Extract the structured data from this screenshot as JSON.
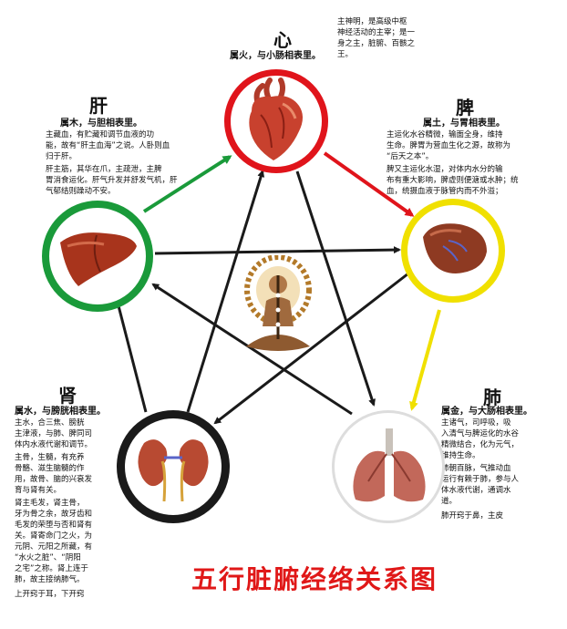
{
  "title": "五行脏腑经络关系图",
  "heart": {
    "name": "心",
    "relation": "属火，与小肠相表里。",
    "desc": "主神明，是高级中枢\n神经活动的主宰；是一\n身之主，脏腑、百骸之\n王。"
  },
  "liver": {
    "name": "肝",
    "relation": "属木，与胆相表里。",
    "desc1": "主藏血，有贮藏和调节血液的功\n能，故有“肝主血海”之说。人卧则血\n归于肝。",
    "desc2": "肝主筋，其华在爪，主疏泄，主脾\n胃消食运化。肝气升发并舒发气机，肝\n气郁结则躁动不安。"
  },
  "spleen": {
    "name": "脾",
    "relation": "属土，与胃相表里。",
    "desc1": "主运化水谷精微，输面全身，维持\n生命。脾胃为营血生化之源，故称为\n“后天之本”。",
    "desc2": "脾又主运化水湿，对体内水分的输\n布有重大影响，脾虚则便溏或水肿；统\n血，统摄血液于脉管内而不外溢；"
  },
  "kidney": {
    "name": "肾",
    "relation": "属水，与膀胱相表里。",
    "desc1": "主水，合三焦、膀胱\n主津液，与肺、脾同司\n体内水液代谢和调节。",
    "desc2": "主骨，生髓，有充养\n骨骼、滋生脑髓的作\n用，故骨、脑的兴衰发\n育与肾有关。",
    "desc3": "肾主毛发，肾主骨，\n牙为骨之余，故牙齿和\n毛发的荣堕与否和肾有\n关。肾寄命门之火，为\n元阴、元阳之所藏，有\n“水火之脏”、“阴阳\n之宅”之称。肾上连于\n肺，故主接纳肺气。",
    "desc4": "上开窍于耳，下开窍"
  },
  "lung": {
    "name": "肺",
    "relation": "属金，与大肠相表里。",
    "desc1": "主诸气，司呼吸，吸\n入清气与脾运化的水谷\n精微结合，化为元气，\n维持生命。",
    "desc2": "肺朝百脉，气推动血\n运行有赖于肺，参与人\n体水液代谢，通调水\n道。",
    "desc3": "肺开窍于鼻，主皮"
  },
  "colors": {
    "fire": "#e0141b",
    "wood": "#1a9a3a",
    "earth": "#f0e000",
    "water": "#1a1a1a",
    "metal": "#dddddd",
    "title": "#e01818"
  },
  "icons": {
    "heart": "anatomical-heart",
    "liver": "liver",
    "spleen": "spleen",
    "kidney": "kidneys",
    "lung": "lungs",
    "center": "meditating-figure"
  }
}
